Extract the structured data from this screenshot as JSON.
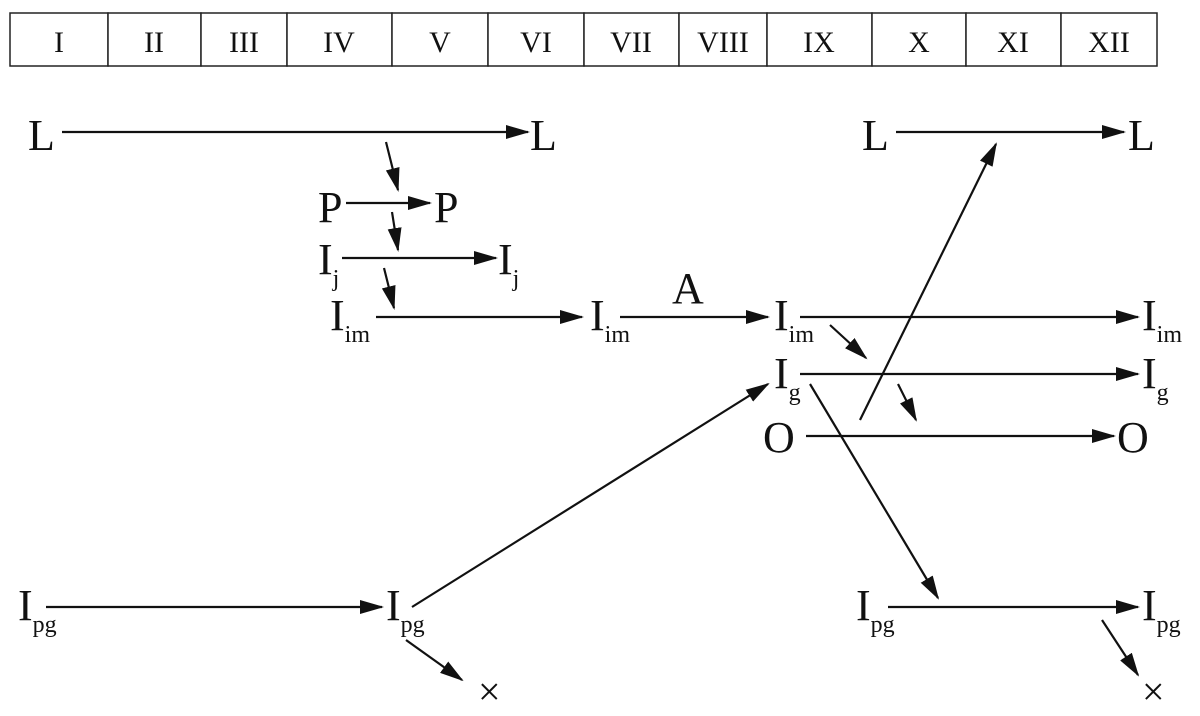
{
  "months": [
    "I",
    "II",
    "III",
    "IV",
    "V",
    "VI",
    "VII",
    "VIII",
    "IX",
    "X",
    "XI",
    "XII"
  ],
  "nodes": {
    "L": "L",
    "P": "P",
    "I": "I",
    "O": "O",
    "sub_j": "j",
    "sub_im": "im",
    "sub_g": "g",
    "sub_pg": "pg"
  },
  "edge_label_A": "A",
  "termination_mark": "×"
}
